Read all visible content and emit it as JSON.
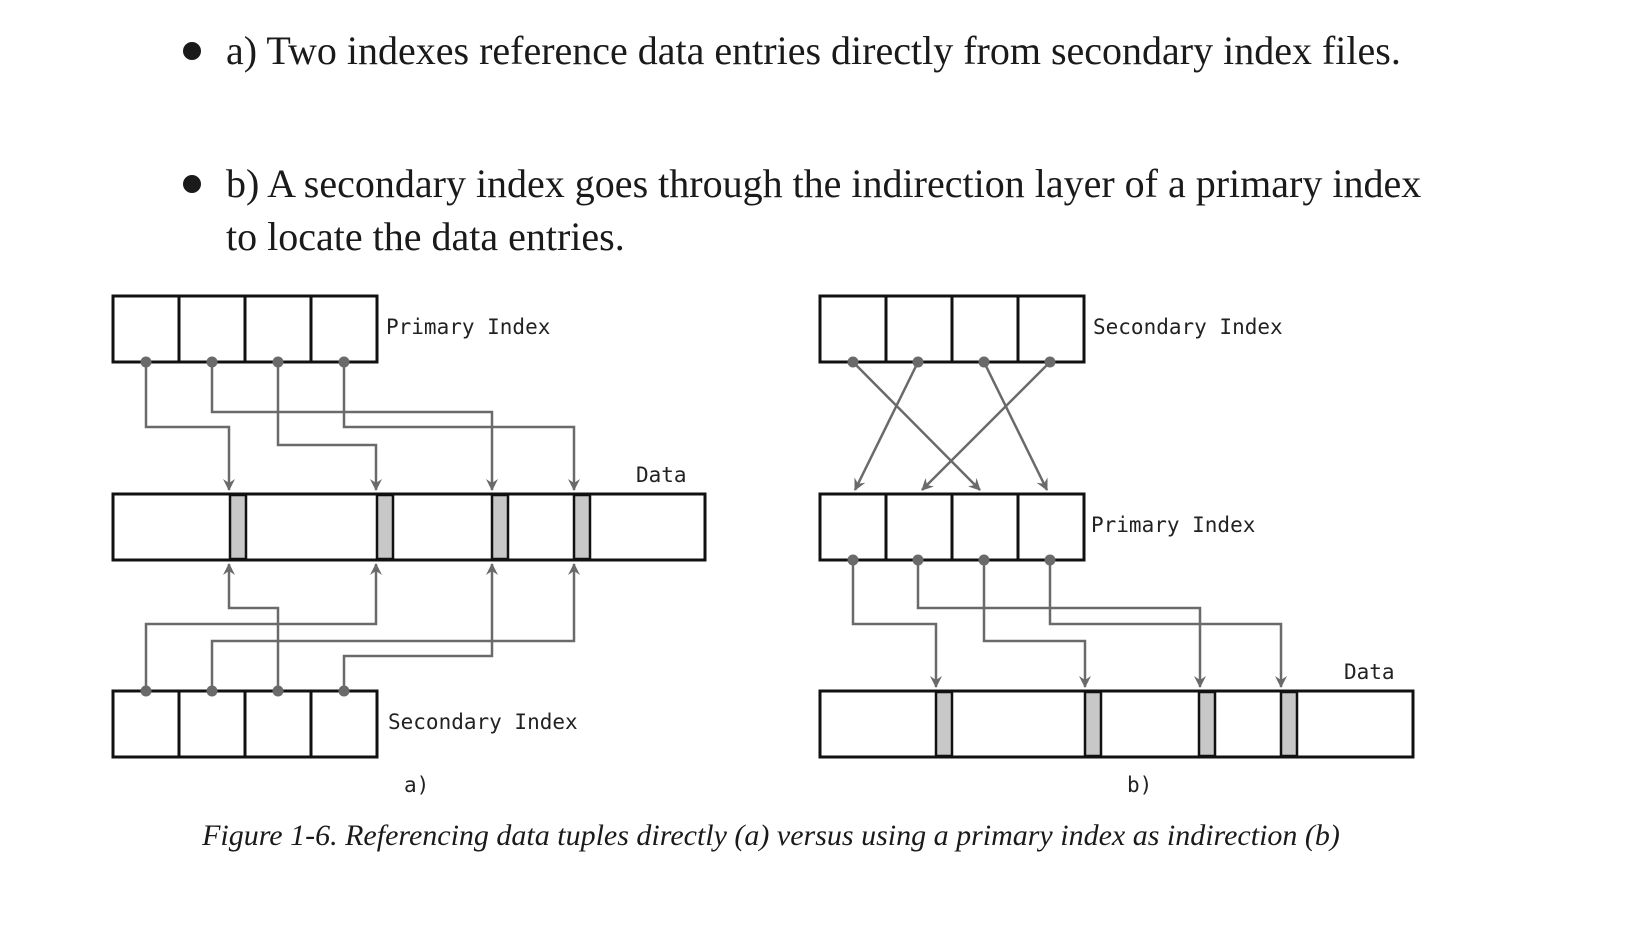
{
  "bullets": [
    {
      "text": "a) Two indexes reference data entries directly from secondary index files."
    },
    {
      "text": "b) A secondary index goes through the indirection layer of a primary index to locate the data entries."
    }
  ],
  "diagram_a": {
    "top_label": "Primary Index",
    "data_label": "Data",
    "bottom_label": "Secondary Index",
    "sublabel": "a)"
  },
  "diagram_b": {
    "top_label": "Secondary Index",
    "middle_label": "Primary Index",
    "data_label": "Data",
    "sublabel": "b)"
  },
  "caption": "Figure 1-6. Referencing data tuples directly (a) versus using a primary index as indirection (b)",
  "colors": {
    "box_stroke": "#111111",
    "line": "#6a6a6a",
    "entry_fill": "#c8c8c8"
  }
}
